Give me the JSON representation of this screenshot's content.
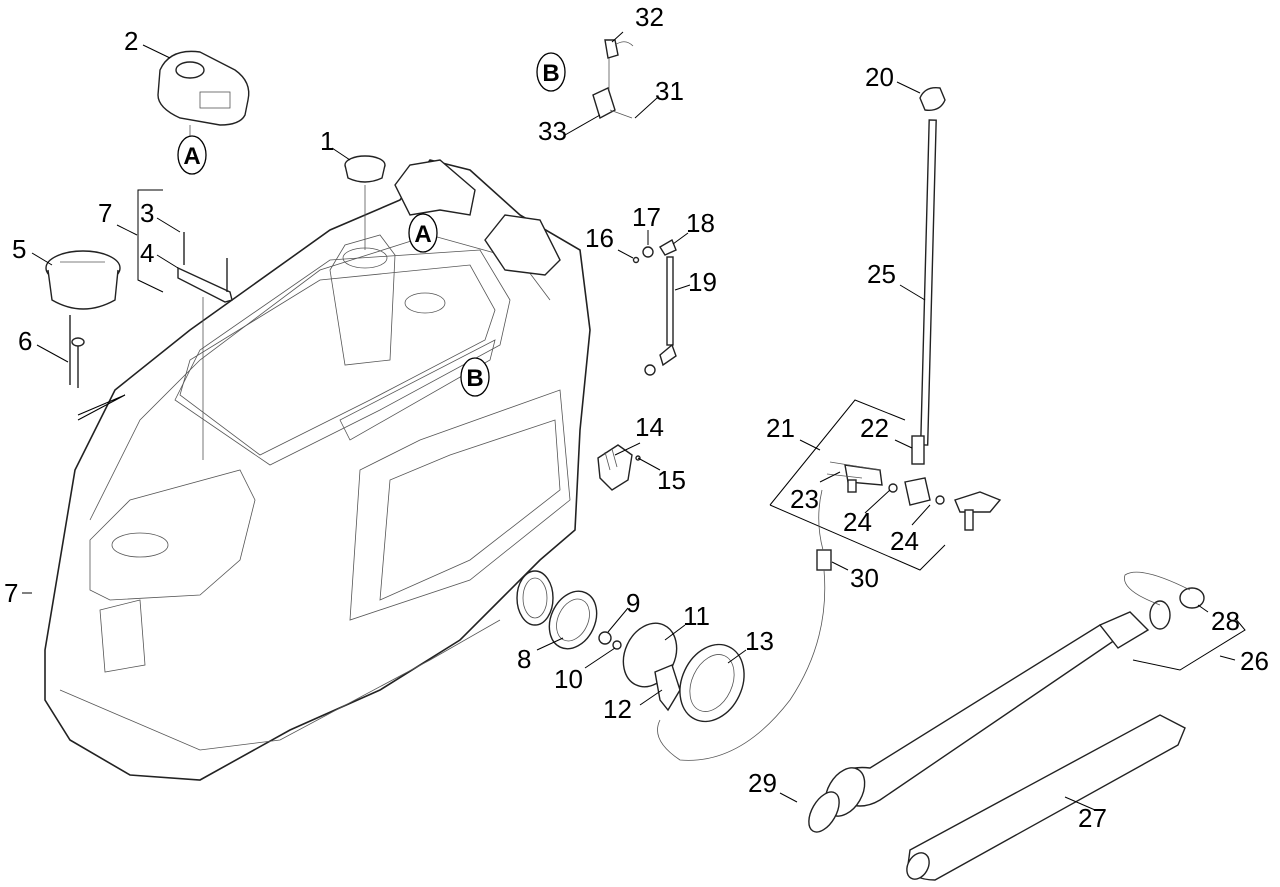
{
  "diagram": {
    "type": "exploded-parts-diagram",
    "callouts": [
      {
        "id": "c1",
        "label": "1"
      },
      {
        "id": "c2",
        "label": "2"
      },
      {
        "id": "c3",
        "label": "3"
      },
      {
        "id": "c4",
        "label": "4"
      },
      {
        "id": "c5",
        "label": "5"
      },
      {
        "id": "c6",
        "label": "6"
      },
      {
        "id": "c7a",
        "label": "7"
      },
      {
        "id": "c7b",
        "label": "7"
      },
      {
        "id": "c8",
        "label": "8"
      },
      {
        "id": "c9",
        "label": "9"
      },
      {
        "id": "c10",
        "label": "10"
      },
      {
        "id": "c11",
        "label": "11"
      },
      {
        "id": "c12",
        "label": "12"
      },
      {
        "id": "c13",
        "label": "13"
      },
      {
        "id": "c14",
        "label": "14"
      },
      {
        "id": "c15",
        "label": "15"
      },
      {
        "id": "c16",
        "label": "16"
      },
      {
        "id": "c17",
        "label": "17"
      },
      {
        "id": "c18",
        "label": "18"
      },
      {
        "id": "c19",
        "label": "19"
      },
      {
        "id": "c20",
        "label": "20"
      },
      {
        "id": "c21",
        "label": "21"
      },
      {
        "id": "c22",
        "label": "22"
      },
      {
        "id": "c23",
        "label": "23"
      },
      {
        "id": "c24a",
        "label": "24"
      },
      {
        "id": "c24b",
        "label": "24"
      },
      {
        "id": "c25",
        "label": "25"
      },
      {
        "id": "c26",
        "label": "26"
      },
      {
        "id": "c27",
        "label": "27"
      },
      {
        "id": "c28",
        "label": "28"
      },
      {
        "id": "c29",
        "label": "29"
      },
      {
        "id": "c30",
        "label": "30"
      },
      {
        "id": "c31",
        "label": "31"
      },
      {
        "id": "c32",
        "label": "32"
      },
      {
        "id": "c33",
        "label": "33"
      }
    ],
    "reference_markers": [
      {
        "id": "refA1",
        "label": "A"
      },
      {
        "id": "refA2",
        "label": "A"
      },
      {
        "id": "refB1",
        "label": "B"
      },
      {
        "id": "refB2",
        "label": "B"
      }
    ]
  }
}
